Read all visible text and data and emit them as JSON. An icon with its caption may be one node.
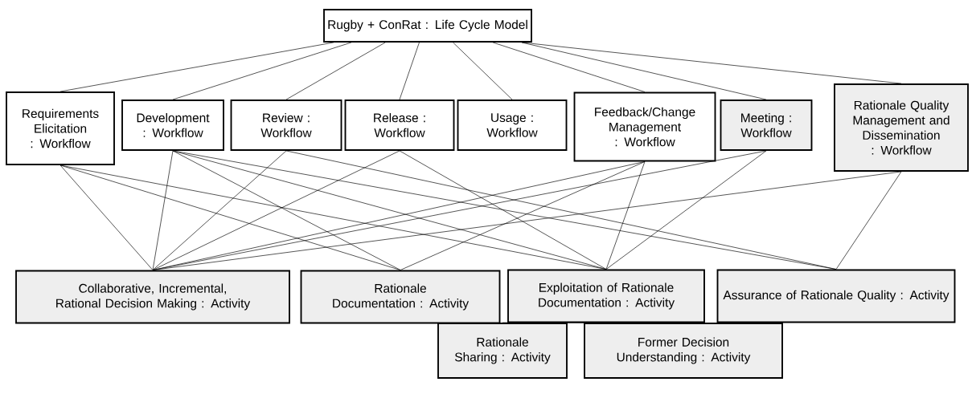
{
  "diagram": {
    "nodes": [
      {
        "text": [
          "Rugby + ConRat : Life Cycle Model"
        ]
      },
      {
        "text": [
          "Requirements Elicitation : Workflow"
        ]
      },
      {
        "text": [
          "Development : Workflow"
        ]
      },
      {
        "text": [
          "Review : Workflow"
        ]
      },
      {
        "text": [
          "Release : Workflow"
        ]
      },
      {
        "text": [
          "Usage : Workflow"
        ]
      },
      {
        "text": [
          "Feedback/Change Management : Workflow"
        ]
      },
      {
        "text": [
          "Meeting : Workflow"
        ]
      },
      {
        "text": [
          "Rationale Quality Management and Dissemination : Workflow"
        ]
      },
      {
        "text": [
          "Collaborative, Incremental, Rational Decision Making : Activity"
        ]
      },
      {
        "text": [
          "Rationale Documentation : Activity"
        ]
      },
      {
        "text": [
          "Exploitation of Rationale Documentation : Activity"
        ]
      },
      {
        "text": [
          "Assurance of Rationale Quality : Activity"
        ]
      },
      {
        "text": [
          "Rationale Sharing : Activity"
        ]
      },
      {
        "text": [
          "Former Decision Understanding : Activity"
        ]
      }
    ],
    "edges": [
      {
        "from": 0,
        "to": 1,
        "arrow": "none"
      },
      {
        "from": 0,
        "to": 2,
        "arrow": "none"
      },
      {
        "from": 0,
        "to": 3,
        "arrow": "none"
      },
      {
        "from": 0,
        "to": 4,
        "arrow": "none"
      },
      {
        "from": 0,
        "to": 5,
        "arrow": "none"
      },
      {
        "from": 0,
        "to": 6,
        "arrow": "none"
      },
      {
        "from": 0,
        "to": 7,
        "arrow": "none"
      },
      {
        "from": 0,
        "to": 8,
        "arrow": "none"
      },
      {
        "from": 1,
        "to": 9,
        "arrow": "none"
      },
      {
        "from": 1,
        "to": 10,
        "arrow": "none"
      },
      {
        "from": 1,
        "to": 11,
        "arrow": "none"
      },
      {
        "from": 2,
        "to": 9,
        "arrow": "none"
      },
      {
        "from": 2,
        "to": 10,
        "arrow": "none"
      },
      {
        "from": 2,
        "to": 11,
        "arrow": "none"
      },
      {
        "from": 2,
        "to": 12,
        "arrow": "none"
      },
      {
        "from": 3,
        "to": 9,
        "arrow": "none"
      },
      {
        "from": 3,
        "to": 12,
        "arrow": "none"
      },
      {
        "from": 4,
        "to": 9,
        "arrow": "none"
      },
      {
        "from": 4,
        "to": 11,
        "arrow": "none"
      },
      {
        "from": 6,
        "to": 9,
        "arrow": "none"
      },
      {
        "from": 6,
        "to": 10,
        "arrow": "none"
      },
      {
        "from": 6,
        "to": 11,
        "arrow": "none"
      },
      {
        "from": 7,
        "to": 9,
        "arrow": "none"
      },
      {
        "from": 7,
        "to": 11,
        "arrow": "none"
      },
      {
        "from": 8,
        "to": 9,
        "arrow": "none"
      },
      {
        "from": 8,
        "to": 12,
        "arrow": "none"
      },
      {
        "from": 11,
        "to": 13,
        "arrow": "none"
      },
      {
        "from": 11,
        "to": 14,
        "arrow": "none"
      }
    ]
  }
}
